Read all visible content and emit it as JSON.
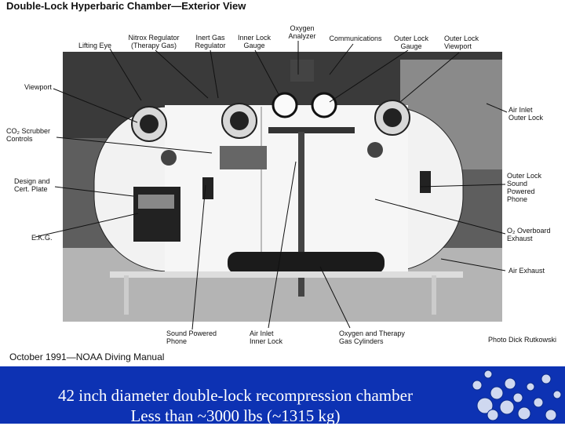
{
  "header": {
    "title": "Double-Lock Hyperbaric Chamber—Exterior View"
  },
  "labels": {
    "lifting_eye": "Lifting Eye",
    "nitrox_regulator": "Nitrox Regulator\n(Therapy Gas)",
    "inert_gas_regulator": "Inert Gas\nRegulator",
    "inner_lock_gauge": "Inner Lock\nGauge",
    "oxygen_analyzer": "Oxygen\nAnalyzer",
    "communications": "Communications",
    "outer_lock_gauge": "Outer Lock\nGauge",
    "outer_lock_viewport": "Outer Lock\nViewport",
    "viewport": "Viewport",
    "co2_scrubber_controls": "CO₂ Scrubber\nControls",
    "design_cert_plate": "Design and\nCert. Plate",
    "ekg": "E.K.G.",
    "air_inlet_outer_lock": "Air Inlet\nOuter Lock",
    "outer_lock_sound_powered_phone": "Outer Lock\nSound\nPowered\nPhone",
    "o2_overboard_exhaust": "O₂ Overboard\nExhaust",
    "air_exhaust": "Air Exhaust",
    "sound_powered_phone": "Sound Powered\nPhone",
    "air_inlet_inner_lock": "Air Inlet\nInner Lock",
    "oxygen_therapy_gas_cylinders": "Oxygen and Therapy\nGas Cylinders"
  },
  "footer": {
    "source": "October 1991—NOAA Diving Manual",
    "photo_credit": "Photo Dick Rutkowski"
  },
  "caption": {
    "line1": "42 inch diameter double-lock recompression chamber",
    "line2": "Less than ~3000 lbs (~1315 kg)"
  },
  "colors": {
    "band": "#0d32b3",
    "caption_text": "#ffffff"
  }
}
